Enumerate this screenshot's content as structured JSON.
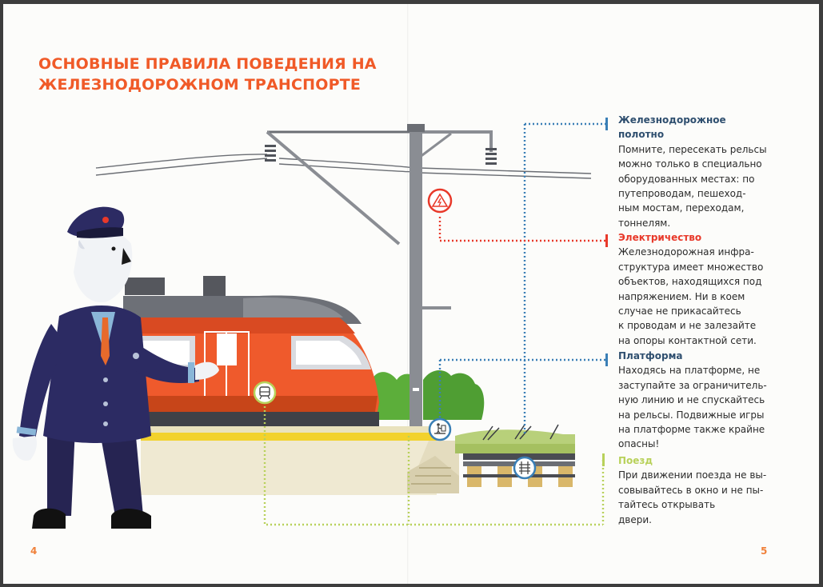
{
  "title": {
    "line1": "ОСНОВНЫЕ ПРАВИЛА ПОВЕДЕНИЯ НА",
    "line2": "ЖЕЛЕЗНОДОРОЖНОМ ТРАНСПОРТЕ"
  },
  "page_numbers": {
    "left": "4",
    "right": "5"
  },
  "callouts": [
    {
      "heading_lines": [
        "Железнодорожное",
        "полотно"
      ],
      "body_lines": [
        "Помните, пересекать рельсы",
        "можно только в специально",
        "оборудованных местах: по",
        "путепроводам, пешеход-",
        "ным мостам, переходам,",
        "тоннелям."
      ]
    },
    {
      "heading_lines": [
        "Электричество"
      ],
      "body_lines": [
        "Железнодорожная инфра-",
        "структура имеет множество",
        "объектов, находящихся под",
        "напряжением. Ни в коем",
        "случае не прикасайтесь",
        "к проводам и не залезайте",
        "на опоры контактной сети."
      ]
    },
    {
      "heading_lines": [
        "Платформа"
      ],
      "body_lines": [
        "Находясь на платформе, не",
        "заступайте за ограничитель-",
        "ную линию и не спускайтесь",
        "на рельсы. Подвижные игры",
        "на платформе также крайне",
        "опасны!"
      ]
    },
    {
      "heading_lines": [
        "Поезд"
      ],
      "body_lines": [
        "При движении поезда не вы-",
        "совывайтесь в окно и не пы-",
        "тайтесь открывать",
        "двери."
      ]
    }
  ],
  "colors": {
    "accent_orange": "#f05a28",
    "electric_red": "#e8392a",
    "track_blue": "#3a7fb6",
    "train_green": "#b8d15a",
    "uniform_navy": "#2c2b63"
  },
  "icons": [
    "electric-hazard-icon",
    "train-icon",
    "platform-icon",
    "rail-track-icon"
  ]
}
